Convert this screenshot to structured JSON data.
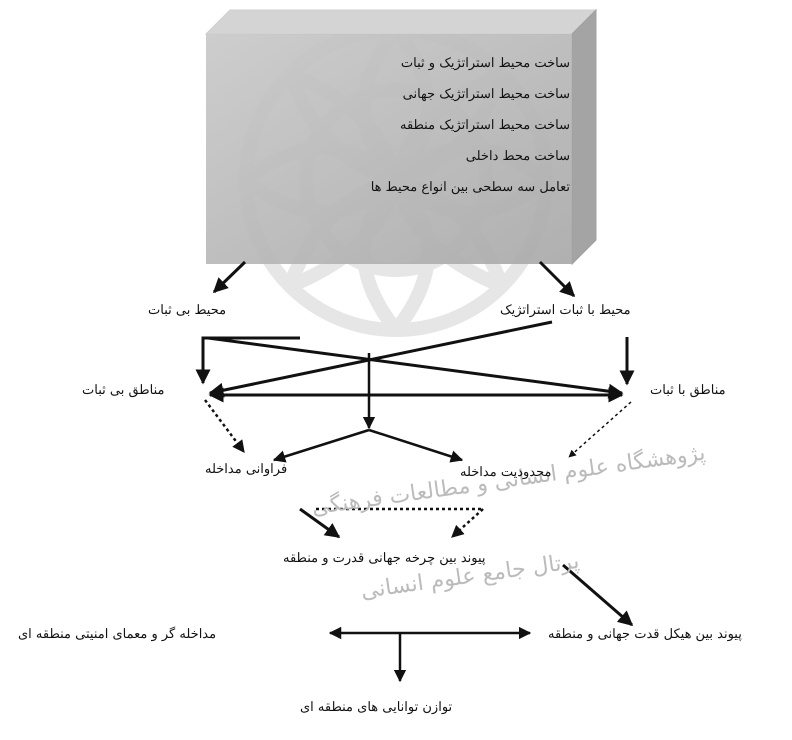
{
  "box": {
    "lines": [
      "ساخت محیط استراتژیک و ثبات",
      "ساخت محیط استراتژیک جهانی",
      "ساخت محیط استراتژیک منطقه",
      "ساخت محط داخلی",
      "تعامل سه سطحی بین انواع محیط ها"
    ]
  },
  "nodes": {
    "unstable_env": "محیط بی ثبات",
    "stable_env": "محیط با ثبات استراتژیک",
    "unstable_regions": "مناطق بی ثبات",
    "stable_regions": "مناطق با ثبات",
    "intervention_abundance": "فراوانی مداخله",
    "intervention_limit": "محدودیت مداخله",
    "link_power_cycle": "پیوند بین چرخه جهانی قدرت و منطقه",
    "intervener_security": "مداخله گر و معمای امنیتی منطقه ای",
    "link_power_structure": "پیوند بین هیکل قدت جهانی و منطقه",
    "balance": "توازن توانایی های منطقه ای"
  },
  "watermark": {
    "line1": "پژوهشگاه علوم انسانی و مطالعات فرهنگی",
    "line2": "پرتال جامع علوم انسانی"
  }
}
